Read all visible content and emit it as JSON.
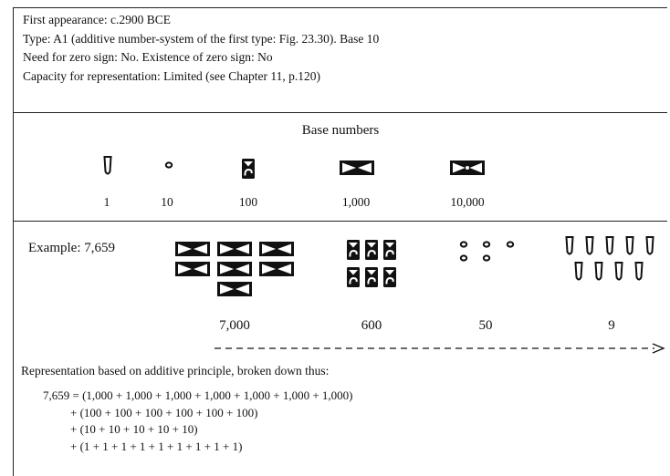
{
  "info": {
    "first_appearance": "First appearance: c.2900 BCE",
    "type": "Type: A1 (additive number-system of the first type: Fig. 23.30). Base 10",
    "zero_sign": "Need for zero sign: No. Existence of zero sign: No",
    "capacity": "Capacity for representation: Limited (see Chapter 11, p.120)"
  },
  "base_numbers": {
    "title": "Base numbers",
    "items": [
      {
        "value": "1",
        "glyph": "thin-wedge-sign"
      },
      {
        "value": "10",
        "glyph": "small-circle-sign"
      },
      {
        "value": "100",
        "glyph": "hook-sign"
      },
      {
        "value": "1,000",
        "glyph": "bowtie-sign"
      },
      {
        "value": "10,000",
        "glyph": "bowtie-dot-sign"
      }
    ]
  },
  "example": {
    "label": "Example: 7,659",
    "groups": [
      {
        "sum": "7,000",
        "count": 7,
        "glyph": "bowtie-sign"
      },
      {
        "sum": "600",
        "count": 6,
        "glyph": "hook-sign"
      },
      {
        "sum": "50",
        "count": 5,
        "glyph": "small-circle-sign"
      },
      {
        "sum": "9",
        "count": 9,
        "glyph": "thin-wedge-sign"
      }
    ]
  },
  "representation": {
    "intro": "Representation based on additive principle, broken down thus:",
    "lines": [
      "7,659 = (1,000 + 1,000 + 1,000 + 1,000 + 1,000 + 1,000 + 1,000)",
      "+ (100 + 100 + 100 + 100 + 100 + 100)",
      "+ (10 + 10 + 10 + 10 + 10)",
      "+ (1 + 1 + 1 + 1 + 1 + 1 + 1 + 1 + 1)"
    ]
  }
}
